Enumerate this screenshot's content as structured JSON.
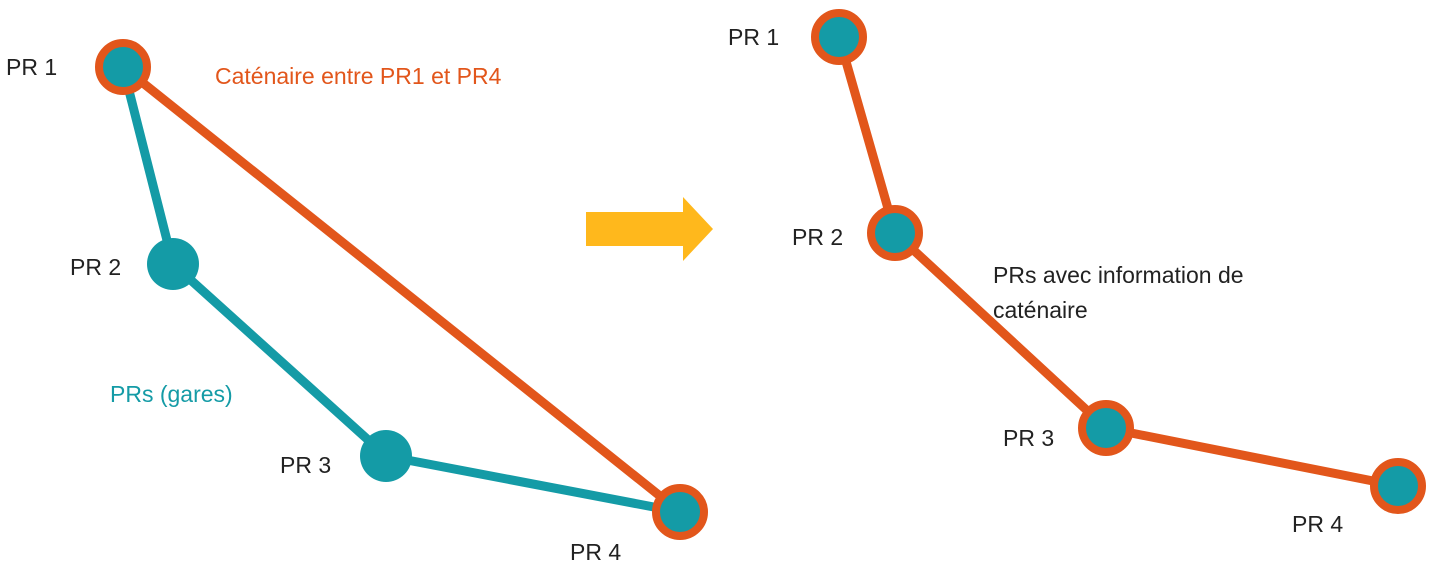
{
  "colors": {
    "catenary": "#E2561B",
    "station": "#149BA6",
    "arrow": "#FFB81C",
    "text": "#222222"
  },
  "before": {
    "nodes": {
      "pr1": "PR 1",
      "pr2": "PR 2",
      "pr3": "PR 3",
      "pr4": "PR 4"
    },
    "catenary_label": "Caténaire entre PR1 et PR4",
    "stations_label": "PRs (gares)"
  },
  "transition": {
    "icon": "right-arrow-icon"
  },
  "after": {
    "nodes": {
      "pr1": "PR 1",
      "pr2": "PR 2",
      "pr3": "PR 3",
      "pr4": "PR 4"
    },
    "description_lines": [
      "PRs avec information de",
      "caténaire"
    ]
  }
}
